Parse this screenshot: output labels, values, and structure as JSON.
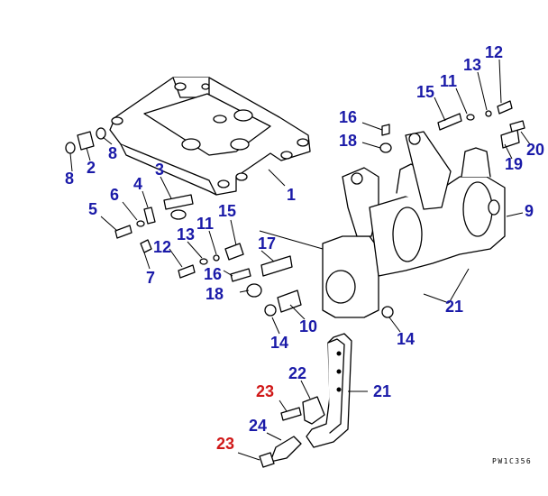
{
  "diagram": {
    "drawing_code": "PW1C356",
    "colors": {
      "callout_default": "#1a1aa8",
      "callout_highlight": "#d01818",
      "line": "#000000"
    },
    "callouts": [
      {
        "id": "c1",
        "text": "1",
        "highlight": false
      },
      {
        "id": "c2",
        "text": "2",
        "highlight": false
      },
      {
        "id": "c3",
        "text": "3",
        "highlight": false
      },
      {
        "id": "c4",
        "text": "4",
        "highlight": false
      },
      {
        "id": "c5",
        "text": "5",
        "highlight": false
      },
      {
        "id": "c6",
        "text": "6",
        "highlight": false
      },
      {
        "id": "c7",
        "text": "7",
        "highlight": false
      },
      {
        "id": "c8a",
        "text": "8",
        "highlight": false
      },
      {
        "id": "c8b",
        "text": "8",
        "highlight": false
      },
      {
        "id": "c9",
        "text": "9",
        "highlight": false
      },
      {
        "id": "c10",
        "text": "10",
        "highlight": false
      },
      {
        "id": "c11a",
        "text": "11",
        "highlight": false
      },
      {
        "id": "c11b",
        "text": "11",
        "highlight": false
      },
      {
        "id": "c12a",
        "text": "12",
        "highlight": false
      },
      {
        "id": "c12b",
        "text": "12",
        "highlight": false
      },
      {
        "id": "c13a",
        "text": "13",
        "highlight": false
      },
      {
        "id": "c13b",
        "text": "13",
        "highlight": false
      },
      {
        "id": "c14a",
        "text": "14",
        "highlight": false
      },
      {
        "id": "c14b",
        "text": "14",
        "highlight": false
      },
      {
        "id": "c15a",
        "text": "15",
        "highlight": false
      },
      {
        "id": "c15b",
        "text": "15",
        "highlight": false
      },
      {
        "id": "c16a",
        "text": "16",
        "highlight": false
      },
      {
        "id": "c16b",
        "text": "16",
        "highlight": false
      },
      {
        "id": "c17",
        "text": "17",
        "highlight": false
      },
      {
        "id": "c18a",
        "text": "18",
        "highlight": false
      },
      {
        "id": "c18b",
        "text": "18",
        "highlight": false
      },
      {
        "id": "c19",
        "text": "19",
        "highlight": false
      },
      {
        "id": "c20",
        "text": "20",
        "highlight": false
      },
      {
        "id": "c21a",
        "text": "21",
        "highlight": false
      },
      {
        "id": "c21b",
        "text": "21",
        "highlight": false
      },
      {
        "id": "c22",
        "text": "22",
        "highlight": false
      },
      {
        "id": "c23a",
        "text": "23",
        "highlight": true
      },
      {
        "id": "c23b",
        "text": "23",
        "highlight": true
      },
      {
        "id": "c24",
        "text": "24",
        "highlight": false
      }
    ]
  }
}
